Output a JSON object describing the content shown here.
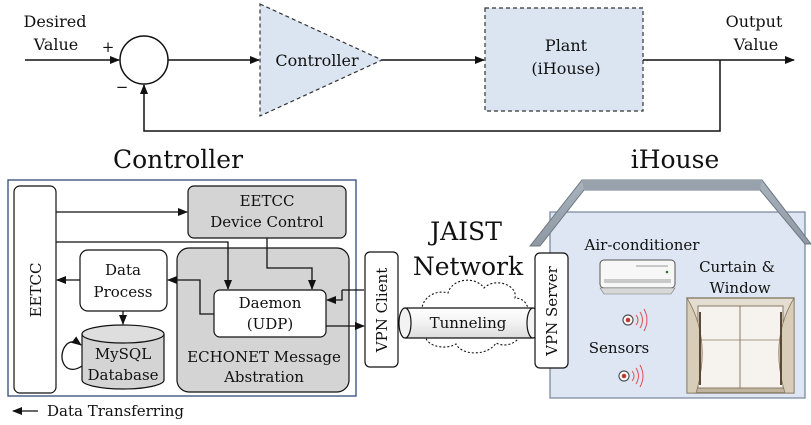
{
  "feedback_loop": {
    "input_line1": "Desired",
    "input_line2": "Value",
    "plus_sign": "+",
    "minus_sign": "−",
    "controller_label": "Controller",
    "plant_line1": "Plant",
    "plant_line2": "(iHouse)",
    "output_line1": "Output",
    "output_line2": "Value"
  },
  "controller_section": {
    "title": "Controller",
    "eetcc_label": "EETCC",
    "device_control_line1": "EETCC",
    "device_control_line2": "Device Control",
    "data_process_line1": "Data",
    "data_process_line2": "Process",
    "daemon_line1": "Daemon",
    "daemon_line2": "(UDP)",
    "database_line1": "MySQL",
    "database_line2": "Database",
    "echonet_line1": "ECHONET Message",
    "echonet_line2": "Abstration"
  },
  "network": {
    "jaist_line1": "JAIST",
    "jaist_line2": "Network",
    "vpn_client": "VPN Client",
    "tunneling": "Tunneling",
    "vpn_server": "VPN Server"
  },
  "ihouse_section": {
    "title": "iHouse",
    "air_conditioner": "Air-conditioner",
    "curtain_line1": "Curtain &",
    "curtain_line2": "Window",
    "sensors": "Sensors"
  },
  "legend": {
    "data_transferring": "Data Transferring"
  }
}
